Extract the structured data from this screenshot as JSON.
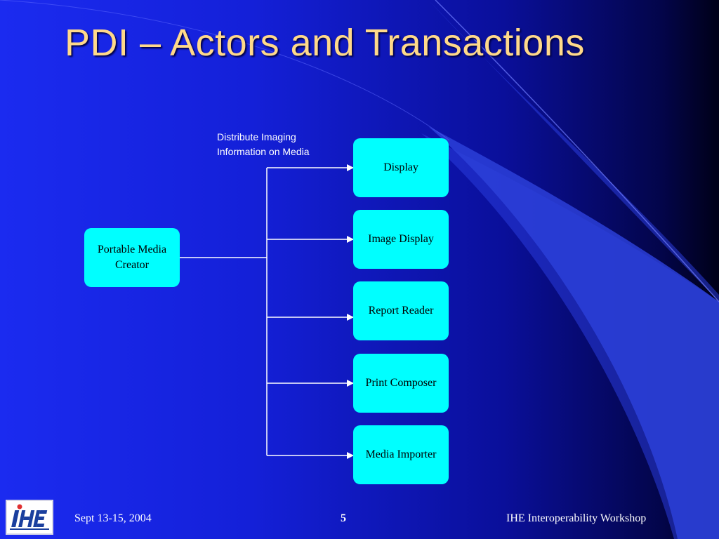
{
  "slide": {
    "title": "PDI – Actors and Transactions",
    "transaction_label_lines": [
      "Distribute Imaging",
      "Information on Media"
    ],
    "source_actor_lines": [
      "Portable Media",
      "Creator"
    ],
    "target_actors": [
      "Display",
      "Image Display",
      "Report Reader",
      "Print Composer",
      "Media Importer"
    ]
  },
  "footer": {
    "date": "Sept 13-15, 2004",
    "page_number": "5",
    "event": "IHE Interoperability Workshop",
    "logo_text": "IHE",
    "logo_icon": "ihe-logo-icon"
  },
  "colors": {
    "title": "#ffd98a",
    "actor_box": "#00ffff",
    "connector": "#ffffff",
    "background_left": "#1b2bf0",
    "background_right": "#000018"
  }
}
